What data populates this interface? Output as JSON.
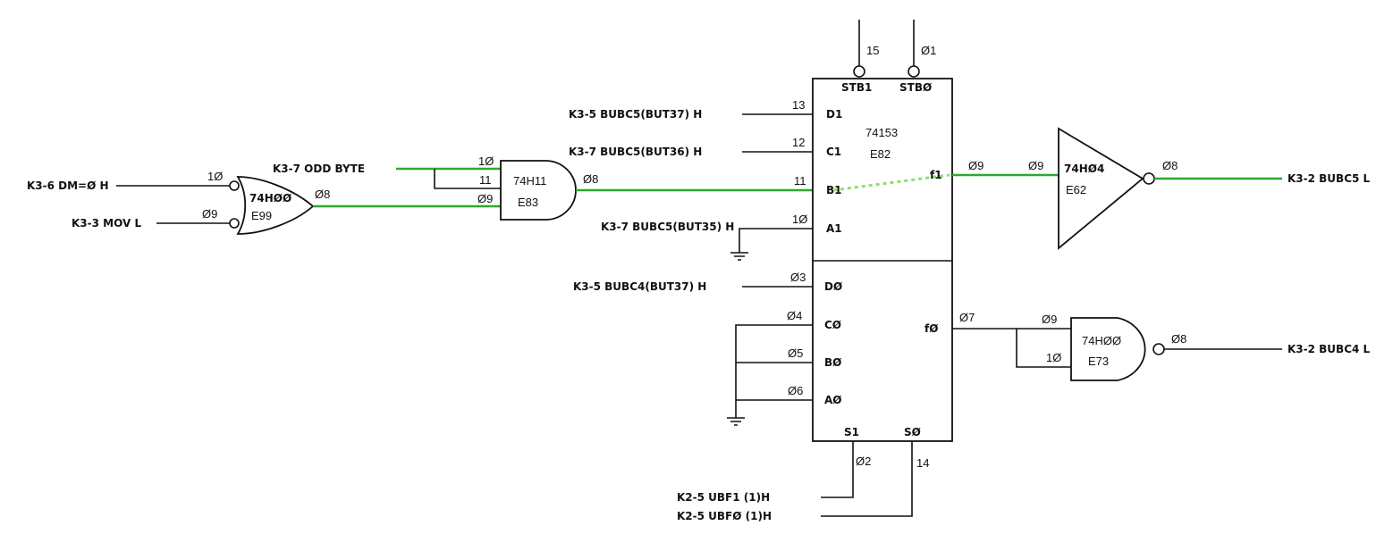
{
  "signals": {
    "dm0": "K3-6 DM=Ø H",
    "mov": "K3-3 MOV L",
    "odd_byte": "K3-7 ODD BYTE",
    "d1_in": "K3-5 BUBC5(BUT37) H",
    "c1_in": "K3-7 BUBC5(BUT36) H",
    "b1_in": "K3-7 BUBC5(BUT35) H",
    "d0_in": "K3-5 BUBC4(BUT37) H",
    "ubf1": "K2-5 UBF1 (1)H",
    "ubf0": "K2-5 UBFØ (1)H",
    "out_bubc5": "K3-2 BUBC5 L",
    "out_bubc4": "K3-2 BUBC4 L"
  },
  "gates": {
    "e99": {
      "type": "74HØØ",
      "ref": "E99",
      "pin_in1": "1Ø",
      "pin_in2": "Ø9",
      "pin_out": "Ø8"
    },
    "e83": {
      "type": "74H11",
      "ref": "E83",
      "pin_in1": "1Ø",
      "pin_in2": "11",
      "pin_in3": "Ø9",
      "pin_out": "Ø8"
    },
    "e62": {
      "type": "74HØ4",
      "ref": "E62",
      "pin_in": "Ø9",
      "pin_out": "Ø8"
    },
    "e73": {
      "type": "74HØØ",
      "ref": "E73",
      "pin_in1": "Ø9",
      "pin_in2": "1Ø",
      "pin_out": "Ø8"
    }
  },
  "mux": {
    "type": "74153",
    "ref": "E82",
    "ports": {
      "stb1": "STB1",
      "stb0": "STBØ",
      "d1": "D1",
      "c1": "C1",
      "b1": "B1",
      "a1": "A1",
      "d0": "DØ",
      "c0": "CØ",
      "b0": "BØ",
      "a0": "AØ",
      "f1": "f1",
      "f0": "fØ",
      "s1": "S1",
      "s0": "SØ"
    },
    "pins": {
      "stb1": "15",
      "stb0": "Ø1",
      "d1": "13",
      "c1": "12",
      "b1": "11",
      "a1": "1Ø",
      "d0": "Ø3",
      "c0": "Ø4",
      "b0": "Ø5",
      "a0": "Ø6",
      "f1": "Ø9",
      "f0": "Ø7",
      "s1": "Ø2",
      "s0": "14"
    }
  },
  "colors": {
    "highlight": "#2fa82f",
    "highlight_dotted": "#8ee06a",
    "ink": "#111111"
  }
}
